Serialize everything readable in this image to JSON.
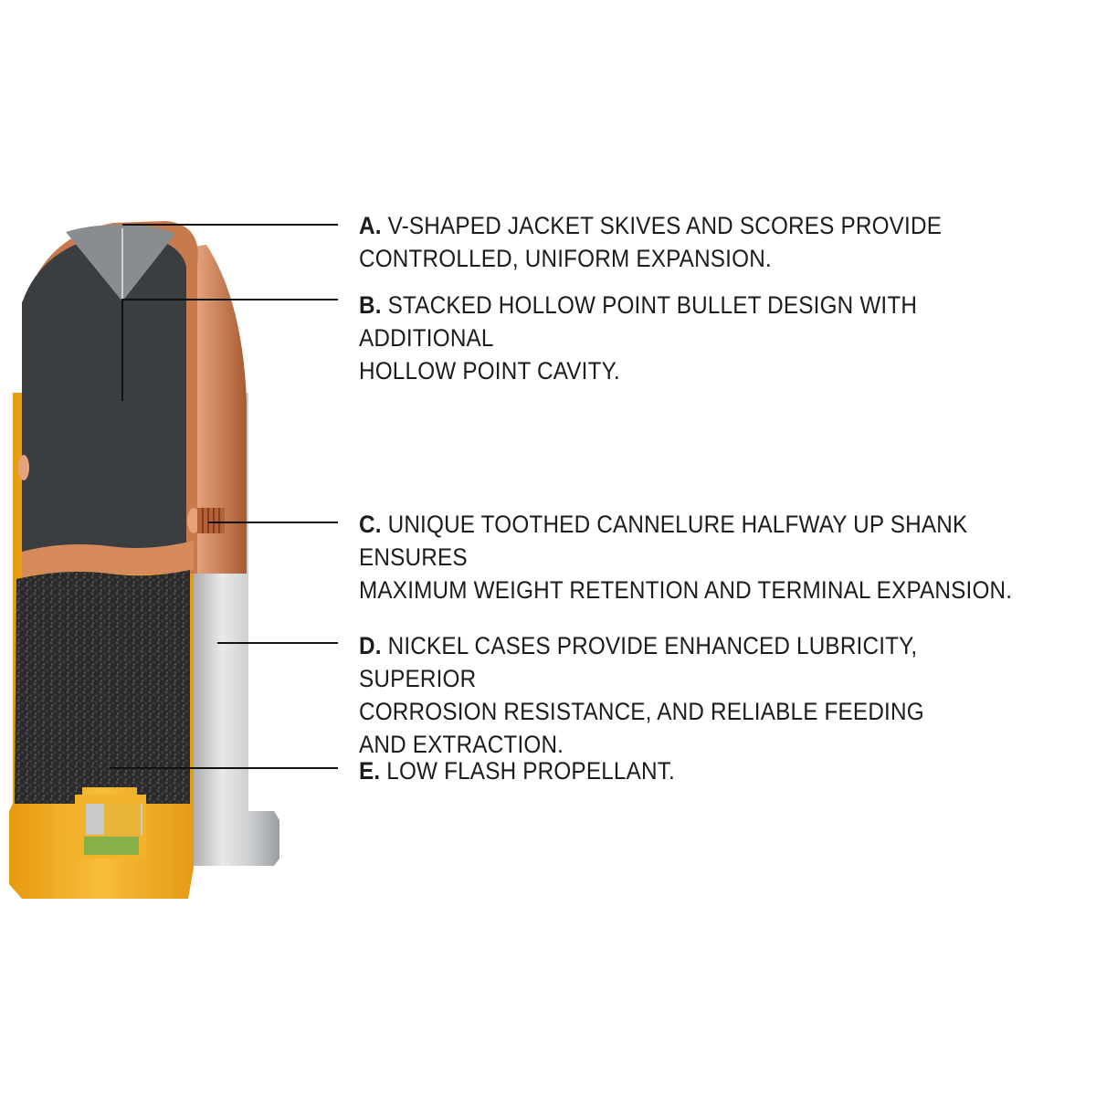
{
  "callouts": [
    {
      "letter": "A.",
      "text": "V-SHAPED JACKET SKIVES AND SCORES PROVIDE\nCONTROLLED, UNIFORM EXPANSION."
    },
    {
      "letter": "B.",
      "text": "STACKED HOLLOW POINT BULLET DESIGN WITH ADDITIONAL\nHOLLOW POINT CAVITY."
    },
    {
      "letter": "C.",
      "text": "UNIQUE TOOTHED CANNELURE HALFWAY UP SHANK ENSURES\nMAXIMUM WEIGHT RETENTION AND TERMINAL EXPANSION."
    },
    {
      "letter": "D.",
      "text": "NICKEL CASES PROVIDE ENHANCED LUBRICITY, SUPERIOR\nCORROSION RESISTANCE, AND RELIABLE FEEDING\nAND EXTRACTION."
    },
    {
      "letter": "E.",
      "text": "LOW FLASH PROPELLANT."
    }
  ],
  "colors": {
    "copper_jacket": "#c77a4c",
    "lead_core": "#3b3e41",
    "brass_cutaway": "#f0ad1e",
    "nickel_case": "#c9cbcd",
    "propellant": "#2a2a2c",
    "leader_line": "#111111"
  }
}
